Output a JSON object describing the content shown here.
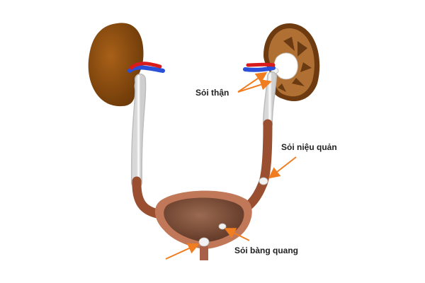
{
  "labels": {
    "kidney_stone": "Sỏi thận",
    "ureter_stone": "Sỏi niệu quản",
    "bladder_stone": "Sỏi bàng quang"
  },
  "colors": {
    "kidney": "#8a4a0c",
    "ureter_tissue": "#9a5030",
    "bladder_wall": "#c07858",
    "bladder_inner": "#7a4a32",
    "vein": "#2a4fd8",
    "artery": "#d81c1c",
    "arrow": "#f07d1f",
    "stone": "#f2f2f2"
  }
}
